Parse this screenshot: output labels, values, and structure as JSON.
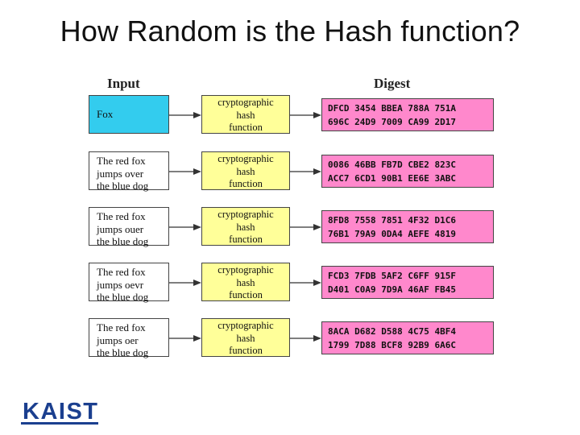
{
  "title": "How Random is the Hash function?",
  "headers": {
    "input": "Input",
    "digest": "Digest"
  },
  "hash_label": "cryptographic\nhash\nfunction",
  "rows": [
    {
      "input": "Fox",
      "digest": "DFCD 3454 BBEA 788A 751A\n696C 24D9 7009 CA99 2D17"
    },
    {
      "input": "The red fox\njumps over\nthe blue dog",
      "digest": "0086 46BB FB7D CBE2 823C\nACC7 6CD1 90B1 EE6E 3ABC"
    },
    {
      "input": "The red fox\njumps ouer\nthe blue dog",
      "digest": "8FD8 7558 7851 4F32 D1C6\n76B1 79A9 0DA4 AEFE 4819"
    },
    {
      "input": "The red fox\njumps oevr\nthe blue dog",
      "digest": "FCD3 7FDB 5AF2 C6FF 915F\nD401 C0A9 7D9A 46AF FB45"
    },
    {
      "input": "The red fox\njumps oer\nthe blue dog",
      "digest": "8ACA D682 D588 4C75 4BF4\n1799 7D88 BCF8 92B9 6A6C"
    }
  ],
  "logo": {
    "text": "KAIST",
    "color": "#1b3f8f"
  },
  "colors": {
    "input_first": "#33ccee",
    "hash": "#ffff99",
    "digest": "#ff88cc"
  }
}
